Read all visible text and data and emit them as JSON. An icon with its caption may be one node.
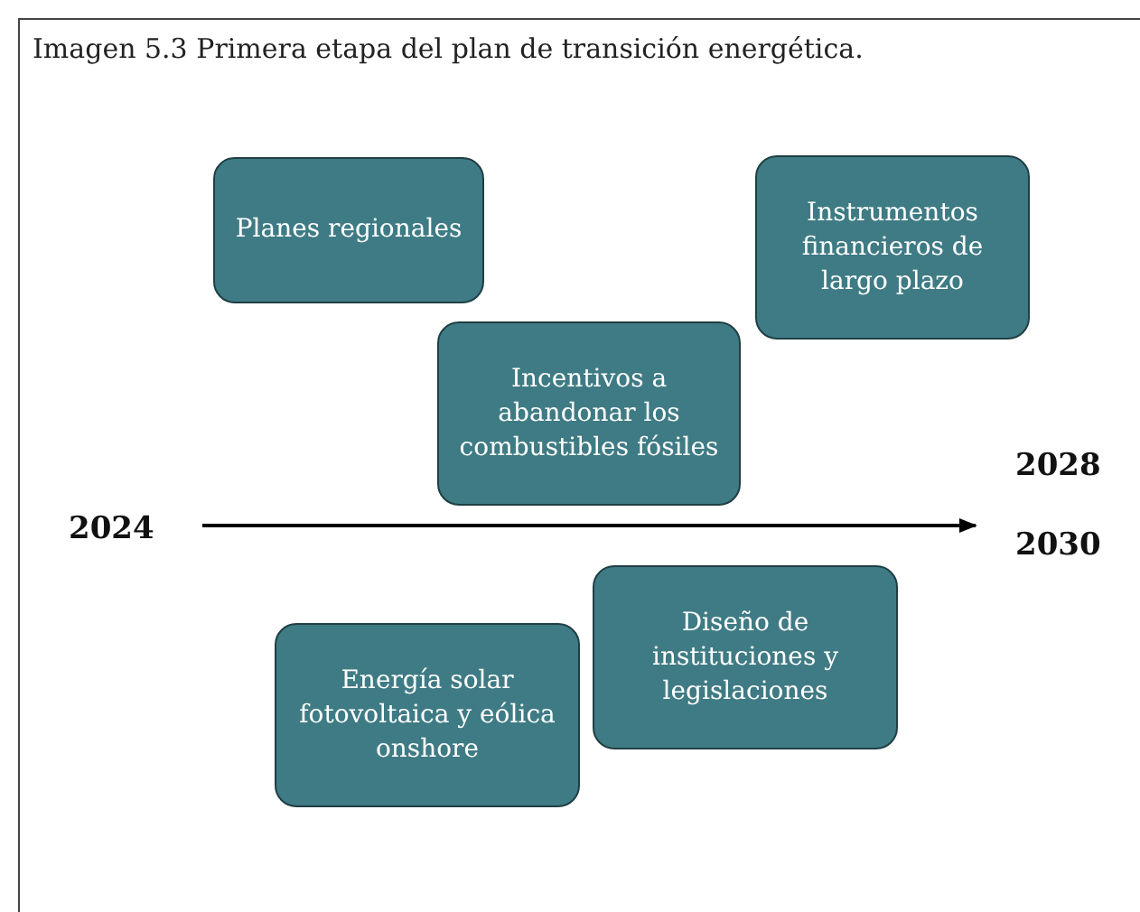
{
  "diagram": {
    "title": "Imagen 5.3 Primera etapa del plan de transición energética.",
    "nodes": [
      {
        "text": [
          "Planes regionales"
        ]
      },
      {
        "text": [
          "Instrumentos financieros de largo plazo"
        ]
      },
      {
        "text": [
          "Incentivos a abandonar los combustibles fósiles"
        ]
      },
      {
        "text": [
          "Diseño de instituciones y legislaciones"
        ]
      },
      {
        "text": [
          "Energía solar fotovoltaica y eólica onshore"
        ]
      }
    ],
    "labels": [
      "2024",
      "2028",
      "2030"
    ]
  }
}
